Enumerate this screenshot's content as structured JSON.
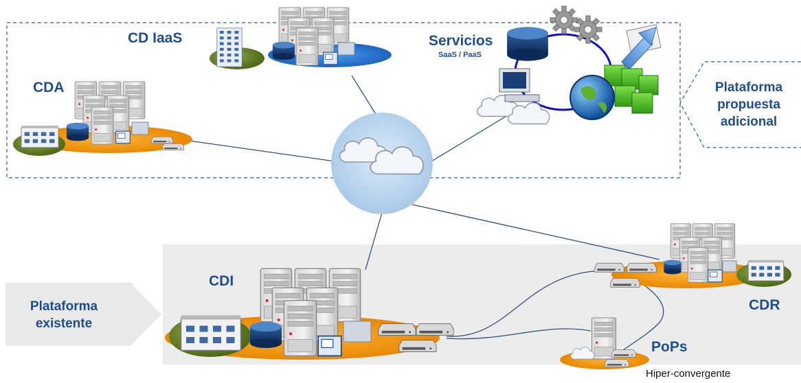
{
  "labels": {
    "cd_iaas": "CD IaaS",
    "cda": "CDA",
    "servicios": "Servicios",
    "servicios_sub": "SaaS / PaaS",
    "plataforma_propuesta": [
      "Plataforma",
      "propuesta",
      "adicional"
    ],
    "plataforma_existente": [
      "Plataforma",
      "existente"
    ],
    "cdi": "CDI",
    "cdr": "CDR",
    "pops": "PoPs",
    "hiper": "Hiper-convergente"
  },
  "colors": {
    "label_blue": "#1f4e8c",
    "dashed_border": "#2f5d8c",
    "existing_band": "#ececec",
    "base_orange": "#f29a12",
    "base_blue": "#2f7fd6",
    "cloud_circle": "#bcd6ef",
    "link_line": "#2f4f7a",
    "building_base": "#6b8a2a"
  },
  "icons": [
    "cloud-icon",
    "server-icon",
    "building-icon",
    "database-icon",
    "switch-icon",
    "gear-icon",
    "globe-icon",
    "mail-icon",
    "cubes-icon",
    "computer-icon"
  ]
}
